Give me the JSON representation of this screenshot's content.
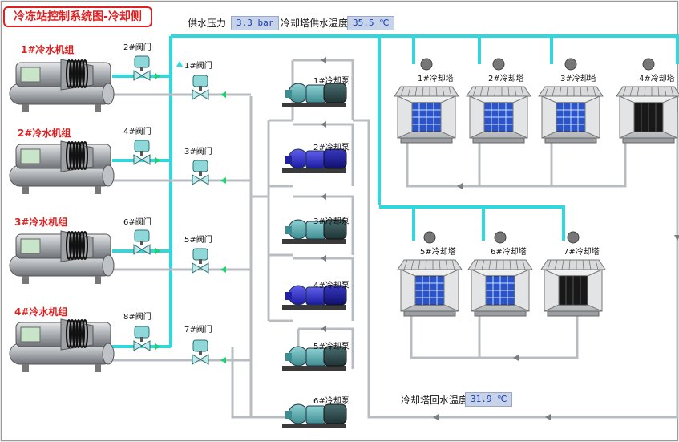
{
  "title": "冷冻站控制系统图-冷却侧",
  "readouts": {
    "supply_pressure_label": "供水压力",
    "supply_pressure_value": "3.3 bar",
    "tower_supply_temp_label": "冷却塔供水温度",
    "tower_supply_temp_value": "35.5 ℃",
    "tower_return_temp_label": "冷却塔回水温度",
    "tower_return_temp_value": "31.9 ℃"
  },
  "chillers": [
    "1#冷水机组",
    "2#冷水机组",
    "3#冷水机组",
    "4#冷水机组"
  ],
  "chiller_valves": [
    "2#阀门",
    "4#阀门",
    "6#阀门",
    "8#阀门"
  ],
  "branch_valves": [
    "1#阀门",
    "3#阀门",
    "5#阀门",
    "7#阀门"
  ],
  "pumps": [
    "1#冷却泵",
    "2#冷却泵",
    "3#冷却泵",
    "4#冷却泵",
    "5#冷却泵",
    "6#冷却泵"
  ],
  "towers": [
    "1#冷却塔",
    "2#冷却塔",
    "3#冷却塔",
    "4#冷却塔",
    "5#冷却塔",
    "6#冷却塔",
    "7#冷却塔"
  ],
  "colors": {
    "supply_pipe": "#2fd8dc",
    "return_pipe": "#b9bdc2",
    "title_red": "#e02020",
    "readout_bg": "#c6d3ea",
    "readout_text": "#1a3cae",
    "pump_teal": "#5fa9ad",
    "pump_blue": "#2828c8",
    "tower_running_fill": "#2a54c8",
    "tower_stopped_fill": "#181818"
  },
  "states": {
    "pumps_running": [
      false,
      true,
      false,
      true,
      false,
      false
    ],
    "towers_running": [
      true,
      true,
      true,
      false,
      true,
      true,
      false
    ]
  }
}
